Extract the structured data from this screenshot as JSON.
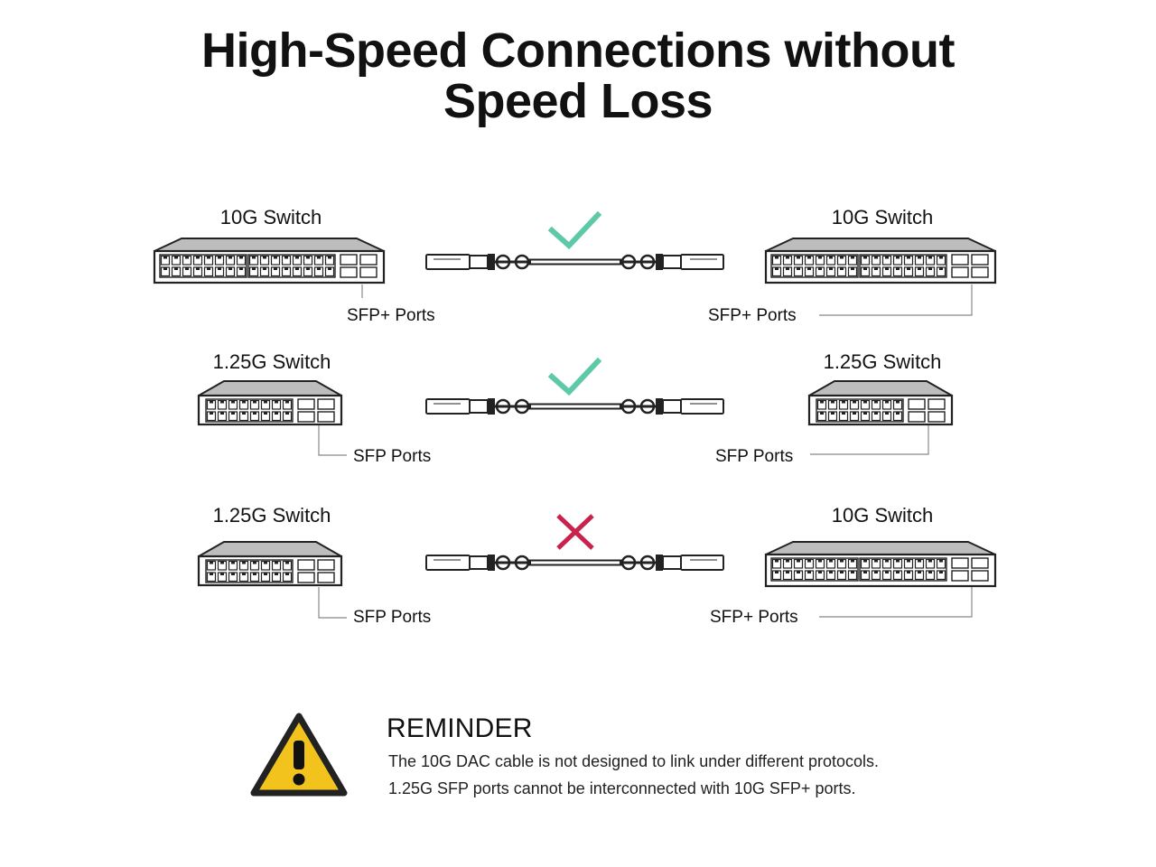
{
  "title": {
    "line1": "High-Speed Connections without",
    "line2": "Speed Loss"
  },
  "colors": {
    "stroke": "#222222",
    "switch_top": "#bdbdbd",
    "check": "#5ec9a8",
    "cross": "#c8234c",
    "warning_fill": "#f2c31c"
  },
  "rows": [
    {
      "status": "ok",
      "status_icon": "check-icon",
      "left": {
        "label": "10G Switch",
        "ports_label": "SFP+ Ports",
        "size": "large"
      },
      "right": {
        "label": "10G Switch",
        "ports_label": "SFP+ Ports",
        "size": "large"
      }
    },
    {
      "status": "ok",
      "status_icon": "check-icon",
      "left": {
        "label": "1.25G Switch",
        "ports_label": "SFP Ports",
        "size": "small"
      },
      "right": {
        "label": "1.25G Switch",
        "ports_label": "SFP Ports",
        "size": "small"
      }
    },
    {
      "status": "fail",
      "status_icon": "cross-icon",
      "left": {
        "label": "1.25G Switch",
        "ports_label": "SFP Ports",
        "size": "small"
      },
      "right": {
        "label": "10G Switch",
        "ports_label": "SFP+ Ports",
        "size": "large"
      }
    }
  ],
  "reminder": {
    "icon": "warning-icon",
    "title": "REMINDER",
    "line1": "The 10G DAC cable is not designed to link under different protocols.",
    "line2": "1.25G SFP ports cannot be interconnected with 10G SFP+ ports."
  }
}
